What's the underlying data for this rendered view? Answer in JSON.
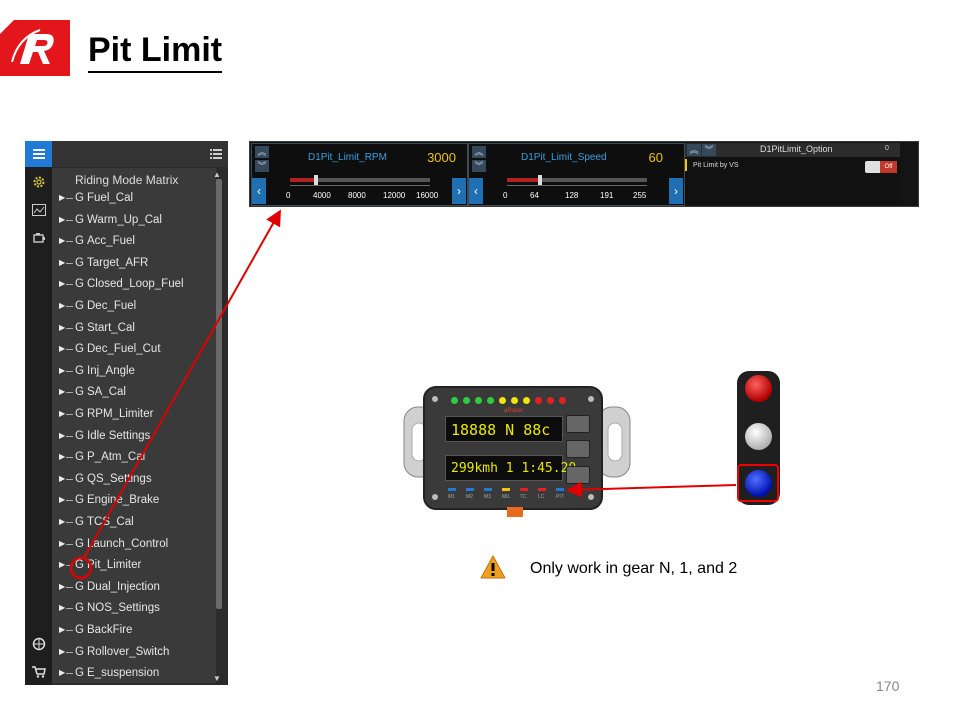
{
  "title": "Pit Limit",
  "tree": {
    "root": "Riding Mode Matrix",
    "items": [
      {
        "g": "G",
        "label": "Fuel_Cal"
      },
      {
        "g": "G",
        "label": "Warm_Up_Cal"
      },
      {
        "g": "G",
        "label": "Acc_Fuel"
      },
      {
        "g": "G",
        "label": "Target_AFR"
      },
      {
        "g": "G",
        "label": "Closed_Loop_Fuel"
      },
      {
        "g": "G",
        "label": "Dec_Fuel"
      },
      {
        "g": "G",
        "label": "Start_Cal"
      },
      {
        "g": "G",
        "label": "Dec_Fuel_Cut"
      },
      {
        "g": "G",
        "label": "Inj_Angle"
      },
      {
        "g": "G",
        "label": "SA_Cal"
      },
      {
        "g": "G",
        "label": "RPM_Limiter"
      },
      {
        "g": "G",
        "label": "Idle Settings"
      },
      {
        "g": "G",
        "label": "P_Atm_Cal"
      },
      {
        "g": "G",
        "label": "QS_Settings"
      },
      {
        "g": "G",
        "label": "Engine_Brake"
      },
      {
        "g": "G",
        "label": "TCS_Cal"
      },
      {
        "g": "G",
        "label": "Launch_Control"
      },
      {
        "g": "G",
        "label": "Pit_Limiter"
      },
      {
        "g": "G",
        "label": "Dual_Injection"
      },
      {
        "g": "G",
        "label": "NOS_Settings"
      },
      {
        "g": "G",
        "label": "BackFire"
      },
      {
        "g": "G",
        "label": "Rollover_Switch"
      },
      {
        "g": "G",
        "label": "E_suspension"
      }
    ]
  },
  "rpm_control": {
    "name": "D1Pit_Limit_RPM",
    "value": "3000",
    "ticks": [
      "0",
      "4000",
      "8000",
      "12000",
      "16000"
    ],
    "min": 0,
    "max": 16000,
    "current": 3000
  },
  "speed_control": {
    "name": "D1Pit_Limit_Speed",
    "value": "60",
    "ticks": [
      "0",
      "64",
      "128",
      "191",
      "255"
    ],
    "min": 0,
    "max": 255,
    "current": 60
  },
  "option": {
    "title": "D1PitLimit_Option",
    "number": "0",
    "label": "Pit Limit by VS",
    "toggle": "Off"
  },
  "dashboard": {
    "screen1": "18888  N  88c",
    "screen2": "299kmh 1 1:45.20",
    "modes": [
      "M1",
      "M2",
      "M3",
      "MIL",
      "TC",
      "LC",
      "PIT"
    ]
  },
  "note": "Only work in gear N, 1, and 2",
  "page_number": "170",
  "colors": {
    "brand_red": "#e3161c",
    "annotation_red": "#e00000",
    "value_yellow": "#f1c40f",
    "name_blue": "#3aa0e0"
  }
}
